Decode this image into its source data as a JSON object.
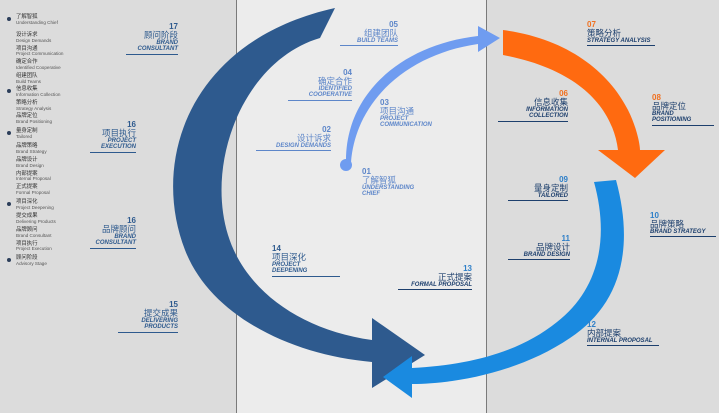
{
  "sidebar": {
    "items": [
      {
        "zh": "了解智狐",
        "en": "Understanding Chief",
        "dot": true
      },
      {
        "zh": "设计诉求",
        "en": "Design Demands",
        "dot": false
      },
      {
        "zh": "项目沟通",
        "en": "Project Communication",
        "dot": false
      },
      {
        "zh": "确定合作",
        "en": "Identified Cooperative",
        "dot": false
      },
      {
        "zh": "组建团队",
        "en": "Build Teams",
        "dot": false
      },
      {
        "zh": "信息收集",
        "en": "Information Collection",
        "dot": true
      },
      {
        "zh": "策略分析",
        "en": "Strategy Analysis",
        "dot": false
      },
      {
        "zh": "品牌定位",
        "en": "Brand Positioning",
        "dot": false
      },
      {
        "zh": "量身定制",
        "en": "Tailored",
        "dot": true
      },
      {
        "zh": "品牌策略",
        "en": "Brand Strategy",
        "dot": false
      },
      {
        "zh": "品牌设计",
        "en": "Brand Design",
        "dot": false
      },
      {
        "zh": "内部提案",
        "en": "Internal Proposal",
        "dot": false
      },
      {
        "zh": "正式提案",
        "en": "Formal Proposal",
        "dot": false
      },
      {
        "zh": "项目深化",
        "en": "Project Deepening",
        "dot": true
      },
      {
        "zh": "提交成果",
        "en": "Delivering Products",
        "dot": false
      },
      {
        "zh": "品牌顾问",
        "en": "Brand Consultant",
        "dot": false
      },
      {
        "zh": "项目执行",
        "en": "Project Execution",
        "dot": false
      },
      {
        "zh": "顾问阶段",
        "en": "Advisory Stage",
        "dot": true
      }
    ]
  },
  "steps": {
    "s01": {
      "num": "01",
      "zh": "了解智狐",
      "en1": "UNDERSTANDING",
      "en2": "CHIEF"
    },
    "s02": {
      "num": "02",
      "zh": "设计诉求",
      "en1": "DESIGN DEMANDS"
    },
    "s03": {
      "num": "03",
      "zh": "项目沟通",
      "en1": "PROJECT",
      "en2": "COMMUNICATION"
    },
    "s04": {
      "num": "04",
      "zh": "确定合作",
      "en1": "IDENTIFIED",
      "en2": "COOPERATIVE"
    },
    "s05": {
      "num": "05",
      "zh": "组建团队",
      "en1": "BUILD TEAMS"
    },
    "s06": {
      "num": "06",
      "zh": "信息收集",
      "en1": "INFORMATION",
      "en2": "COLLECTION"
    },
    "s07": {
      "num": "07",
      "zh": "策略分析",
      "en1": "STRATEGY ANALYSIS"
    },
    "s08": {
      "num": "08",
      "zh": "品牌定位",
      "en1": "BRAND",
      "en2": "POSITIONING"
    },
    "s09": {
      "num": "09",
      "zh": "量身定制",
      "en1": "TAILORED"
    },
    "s10": {
      "num": "10",
      "zh": "品牌策略",
      "en1": "BRAND STRATEGY"
    },
    "s11": {
      "num": "11",
      "zh": "品牌设计",
      "en1": "BRAND DESIGN"
    },
    "s12": {
      "num": "12",
      "zh": "内部提案",
      "en1": "INTERNAL PROPOSAL"
    },
    "s13": {
      "num": "13",
      "zh": "正式提案",
      "en1": "FORMAL PROPOSAL"
    },
    "s14": {
      "num": "14",
      "zh": "项目深化",
      "en1": "PROJECT",
      "en2": "DEEPENING"
    },
    "s15": {
      "num": "15",
      "zh": "提交成果",
      "en1": "DELIVERING",
      "en2": "PRODUCTS"
    },
    "s16a": {
      "num": "16",
      "zh": "项目执行",
      "en1": "PROJECT",
      "en2": "EXECUTION"
    },
    "s16b": {
      "num": "16",
      "zh": "品牌顾问",
      "en1": "BRAND",
      "en2": "CONSULTANT"
    },
    "s17": {
      "num": "17",
      "zh": "顾问阶段",
      "en1": "BRAND",
      "en2": "CONSULTANT"
    }
  },
  "colors": {
    "navy": "#2e5a8e",
    "light_blue": "#6f9cf0",
    "orange": "#ff6a10",
    "blue": "#1a8ae0"
  }
}
